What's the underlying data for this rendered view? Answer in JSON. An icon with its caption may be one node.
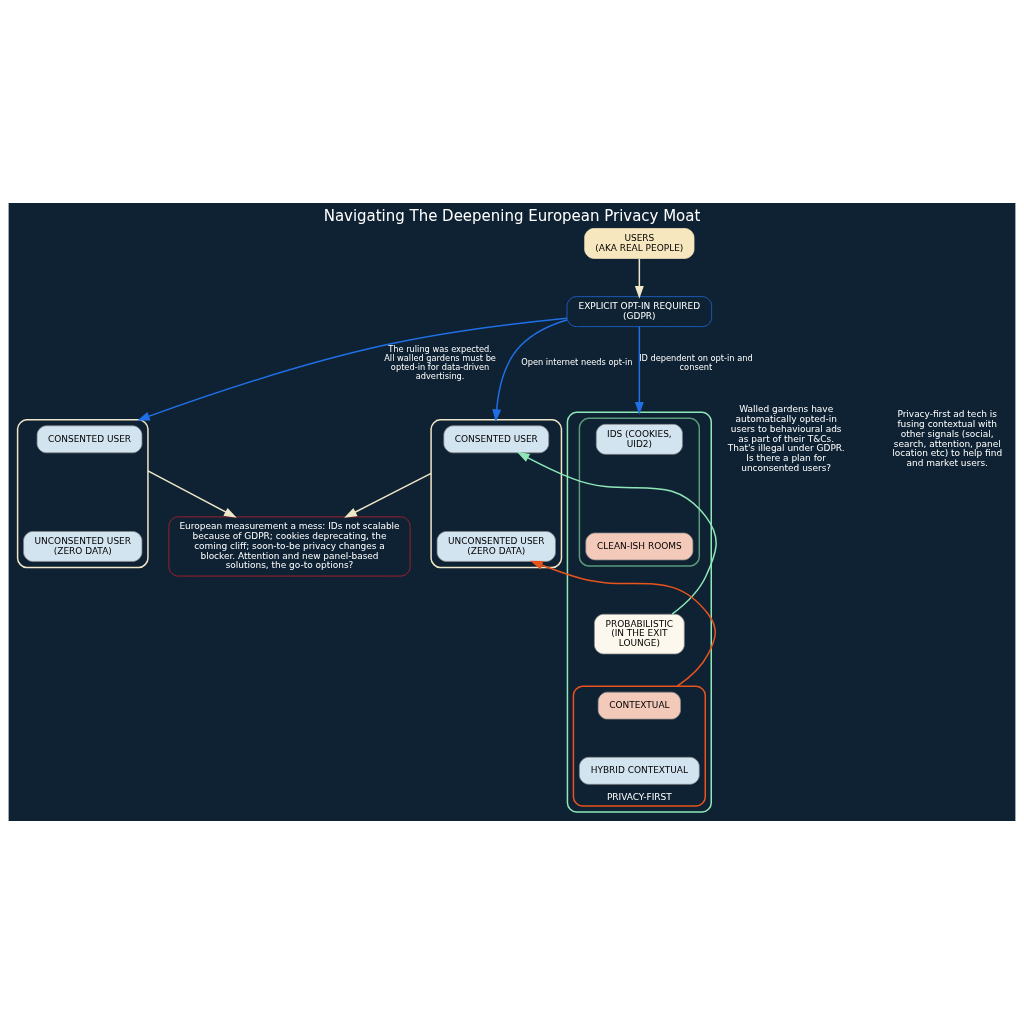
{
  "diagram": {
    "title": "Navigating The Deepening European Privacy Moat",
    "nodes": [
      {
        "text": [
          "USERS",
          "(AKA REAL PEOPLE)"
        ]
      },
      {
        "text": [
          "EXPLICIT OPT-IN REQUIRED (GDPR)"
        ]
      },
      {
        "text": [],
        "shape": "box"
      },
      {
        "text": [
          "CONSENTED USER"
        ],
        "in": 2
      },
      {
        "text": [
          "UNCONSENTED USER (ZERO DATA)"
        ],
        "in": 2
      },
      {
        "text": [],
        "shape": "box"
      },
      {
        "text": [
          "CONSENTED USER"
        ],
        "in": 5
      },
      {
        "text": [
          "UNCONSENTED USER (ZERO DATA)"
        ],
        "in": 5
      },
      {
        "text": [
          "European measurement a mess: IDs not scalable because of GDPR; cookies deprecating, the coming cliff; soon-to-be privacy changes a blocker. Attention and new panel-based solutions, the go-to options?"
        ]
      },
      {
        "text": [],
        "shape": "box"
      },
      {
        "text": [],
        "shape": "box",
        "in": 9
      },
      {
        "text": [
          "IDS (COOKIES, UID2)"
        ],
        "in": 10
      },
      {
        "text": [
          "CLEAN-ISH ROOMS"
        ],
        "in": 10
      },
      {
        "text": [
          "PROBABILISTIC (IN THE EXIT LOUNGE)"
        ],
        "in": 9
      },
      {
        "text": [
          "PRIVACY-FIRST"
        ],
        "in": 9
      },
      {
        "text": [
          "CONTEXTUAL"
        ],
        "in": 14
      },
      {
        "text": [
          "HYBRID CONTEXTUAL"
        ],
        "in": 14
      }
    ],
    "edges": [
      {
        "from": 0,
        "to": 1,
        "arrow": "to"
      },
      {
        "from": 1,
        "to": 2,
        "arrow": "to",
        "label": "The ruling was expected. All walled gardens must be opted-in for data-driven advertising.",
        "color": "#1f6fe5"
      },
      {
        "from": 1,
        "to": 5,
        "arrow": "to",
        "label": "Open internet needs opt-in",
        "color": "#1f6fe5"
      },
      {
        "from": 1,
        "to": 9,
        "arrow": "to",
        "label": "ID dependent on opt-in and consent",
        "color": "#1f6fe5"
      },
      {
        "from": 13,
        "to": 6,
        "arrow": "to",
        "color": "#8ee8b8"
      },
      {
        "from": 14,
        "to": 7,
        "arrow": "to",
        "color": "#e8541c"
      },
      {
        "from": 2,
        "to": 8,
        "arrow": "to"
      },
      {
        "from": 5,
        "to": 8,
        "arrow": "to"
      }
    ],
    "labels": [
      "Walled gardens have automatically opted-in users to behavioural ads as part of their T&Cs. That's illegal under GDPR. Is there a plan for unconsented users?",
      "Privacy-first ad tech is fusing contextual with other signals (social, search, attention, panel location etc) to help find and market users."
    ]
  }
}
